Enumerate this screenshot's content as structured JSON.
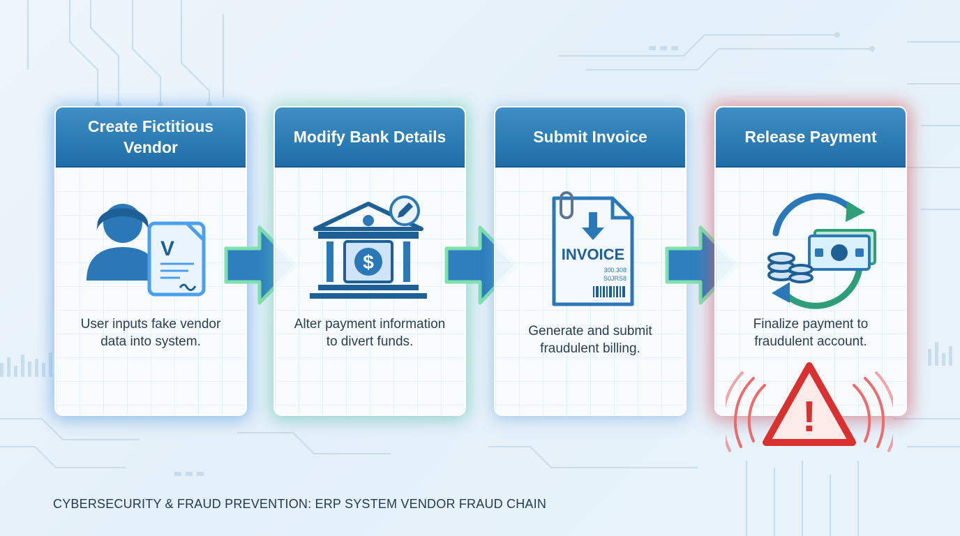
{
  "steps": [
    {
      "title": "Create Fictitious Vendor",
      "description": "User inputs fake vendor data into system.",
      "icon": "user-vendor-form-icon",
      "icon_letter": "V"
    },
    {
      "title": "Modify Bank Details",
      "description": "Alter payment information to divert funds.",
      "icon": "bank-edit-icon",
      "icon_letter": "$"
    },
    {
      "title": "Submit Invoice",
      "description": "Generate and submit fraudulent billing.",
      "icon": "invoice-document-icon",
      "icon_label": "INVOICE",
      "icon_small_1": "300.308",
      "icon_small_2": "S0JRS8"
    },
    {
      "title": "Release Payment",
      "description": "Finalize payment to fraudulent account.",
      "icon": "money-transfer-icon"
    }
  ],
  "alert": {
    "icon": "warning-icon",
    "symbol": "!"
  },
  "caption": "CYBERSECURITY & FRAUD PREVENTION: ERP SYSTEM VENDOR FRAUD CHAIN",
  "colors": {
    "header": "#2a7bb5",
    "arrow": "#2f7fbf",
    "glow_green": "#5fd7a0",
    "glow_blue": "#5aa5f0",
    "alert_red": "#e53935",
    "text": "#2a3d52"
  }
}
